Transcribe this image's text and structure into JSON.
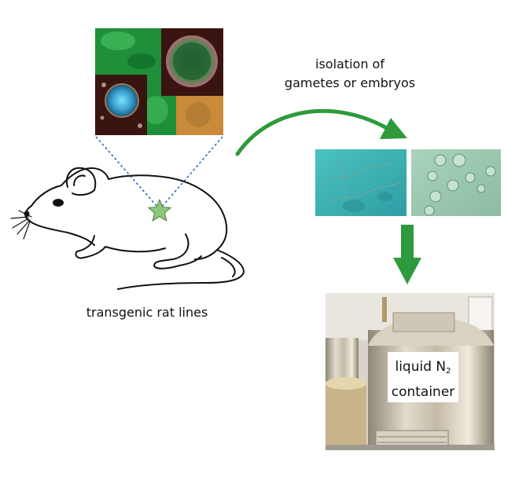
{
  "labels": {
    "rat_lines": "transgenic rat lines",
    "isolation_line1": "isolation of",
    "isolation_line2": "gametes or embryos",
    "container_line1_main": "liquid N",
    "container_line1_sub": "2",
    "container_line2": "container"
  },
  "colors": {
    "arrow_green": "#2e9a3c",
    "star_green": "#8cc878",
    "dotted_blue": "#2d6fb5",
    "cell_bg_green": "#1f8f3a",
    "cell_bg_dark": "#3a1410",
    "cell_bg_orange": "#c98a3a",
    "micro_teal": "#3fb8b8",
    "micro_sage": "#9ec8b0",
    "steel": "#b9b3a6"
  },
  "icons": {
    "rat": "rat-illustration",
    "star": "star-icon",
    "curved_arrow": "curved-arrow-icon",
    "down_arrow": "down-arrow-icon"
  }
}
